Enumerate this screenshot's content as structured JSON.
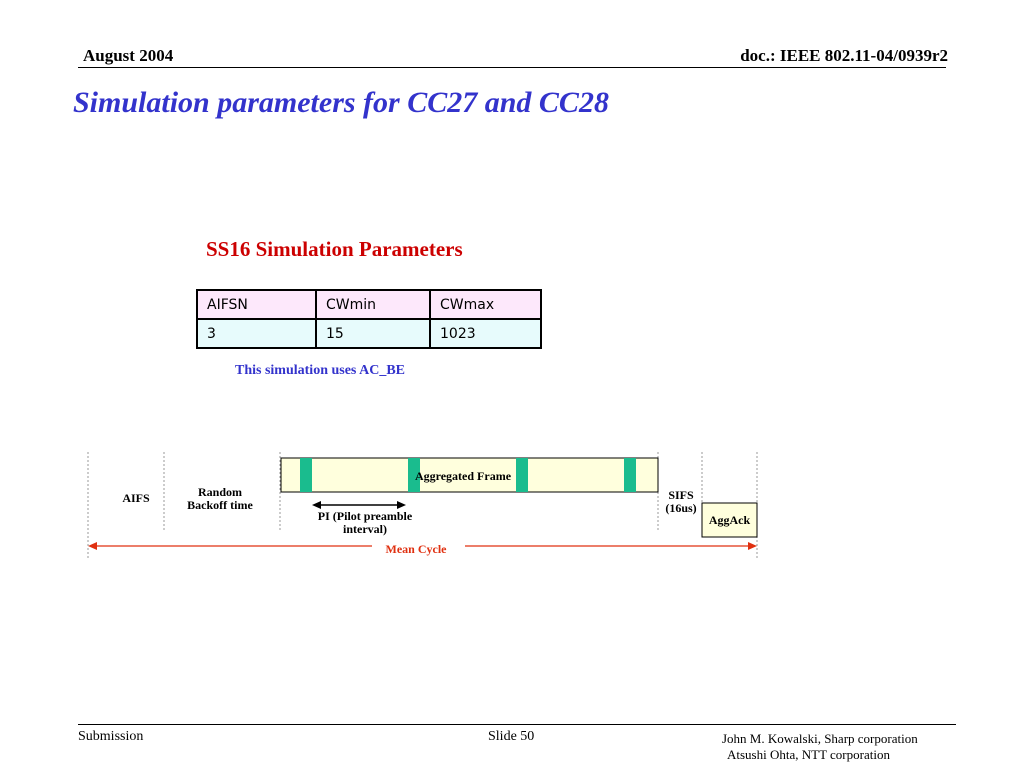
{
  "header": {
    "date": "August  2004",
    "doc_id": "doc.: IEEE 802.11-04/0939r2"
  },
  "slide_title": "Simulation parameters for CC27 and CC28",
  "table": {
    "title": "SS16 Simulation Parameters",
    "columns": [
      "AIFSN",
      "CWmin",
      "CWmax"
    ],
    "rows": [
      [
        "3",
        "15",
        "1023"
      ]
    ]
  },
  "note": "This simulation uses  AC_BE",
  "diagram": {
    "aifs": "AIFS",
    "random_backoff": [
      "Random",
      "Backoff time"
    ],
    "aggregated_frame": "Aggregated Frame",
    "pi": [
      "PI (Pilot preamble",
      "interval)"
    ],
    "sifs": [
      "SIFS",
      "(16us)"
    ],
    "aggack": "AggAck",
    "mean_cycle": "Mean Cycle",
    "colors": {
      "frame_fill": "#ffffdd",
      "pilot_fill": "#1abc8e",
      "mean_cycle": "#e03010",
      "aggack_fill": "#ffffdd"
    }
  },
  "footer": {
    "left": "Submission",
    "center": "Slide 50",
    "right_line1": "John M. Kowalski, Sharp corporation",
    "right_line2": "Atsushi Ohta, NTT corporation"
  }
}
